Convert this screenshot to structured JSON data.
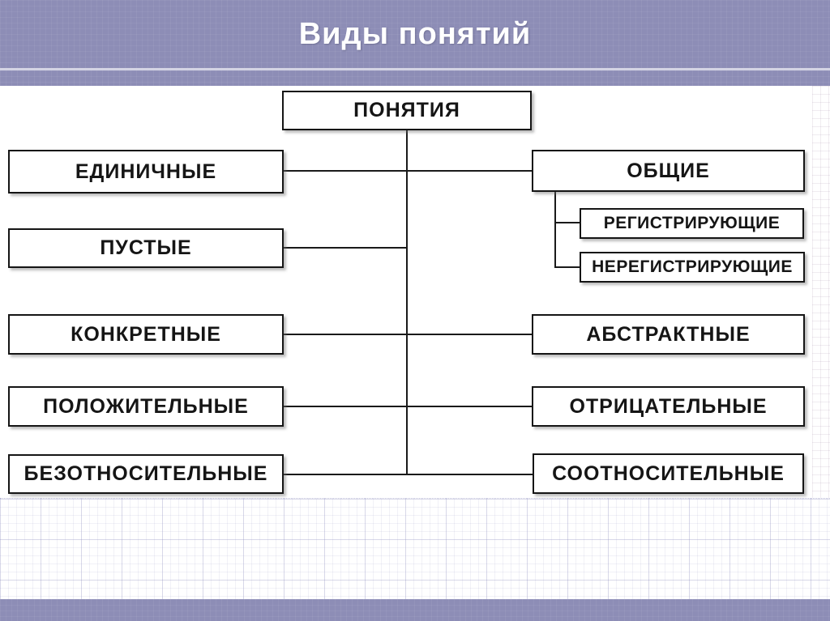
{
  "header": {
    "title": "Виды понятий"
  },
  "diagram": {
    "root_label": "ПОНЯТИЯ",
    "left_column": {
      "singular": "ЕДИНИЧНЫЕ",
      "empty": "ПУСТЫЕ",
      "concrete": "КОНКРЕТНЫЕ",
      "positive": "ПОЛОЖИТЕЛЬНЫЕ",
      "nonrelative": "БЕЗОТНОСИТЕЛЬНЫЕ"
    },
    "right_column": {
      "general": "ОБЩИЕ",
      "registering": "РЕГИСТРИРУЮЩИЕ",
      "nonregistering": "НЕРЕГИСТРИРУЮЩИЕ",
      "abstract": "АБСТРАКТНЫЕ",
      "negative": "ОТРИЦАТЕЛЬНЫЕ",
      "relative": "СООТНОСИТЕЛЬНЫЕ"
    }
  },
  "colors": {
    "band_purple": "#8d8db6",
    "band_separator": "#d4d4e4",
    "box_border": "#151515",
    "box_fill": "#ffffff",
    "box_text": "#151515",
    "title_text": "#ffffff",
    "connector": "#1a1a1a",
    "grid_line": "#c8c8e0"
  }
}
